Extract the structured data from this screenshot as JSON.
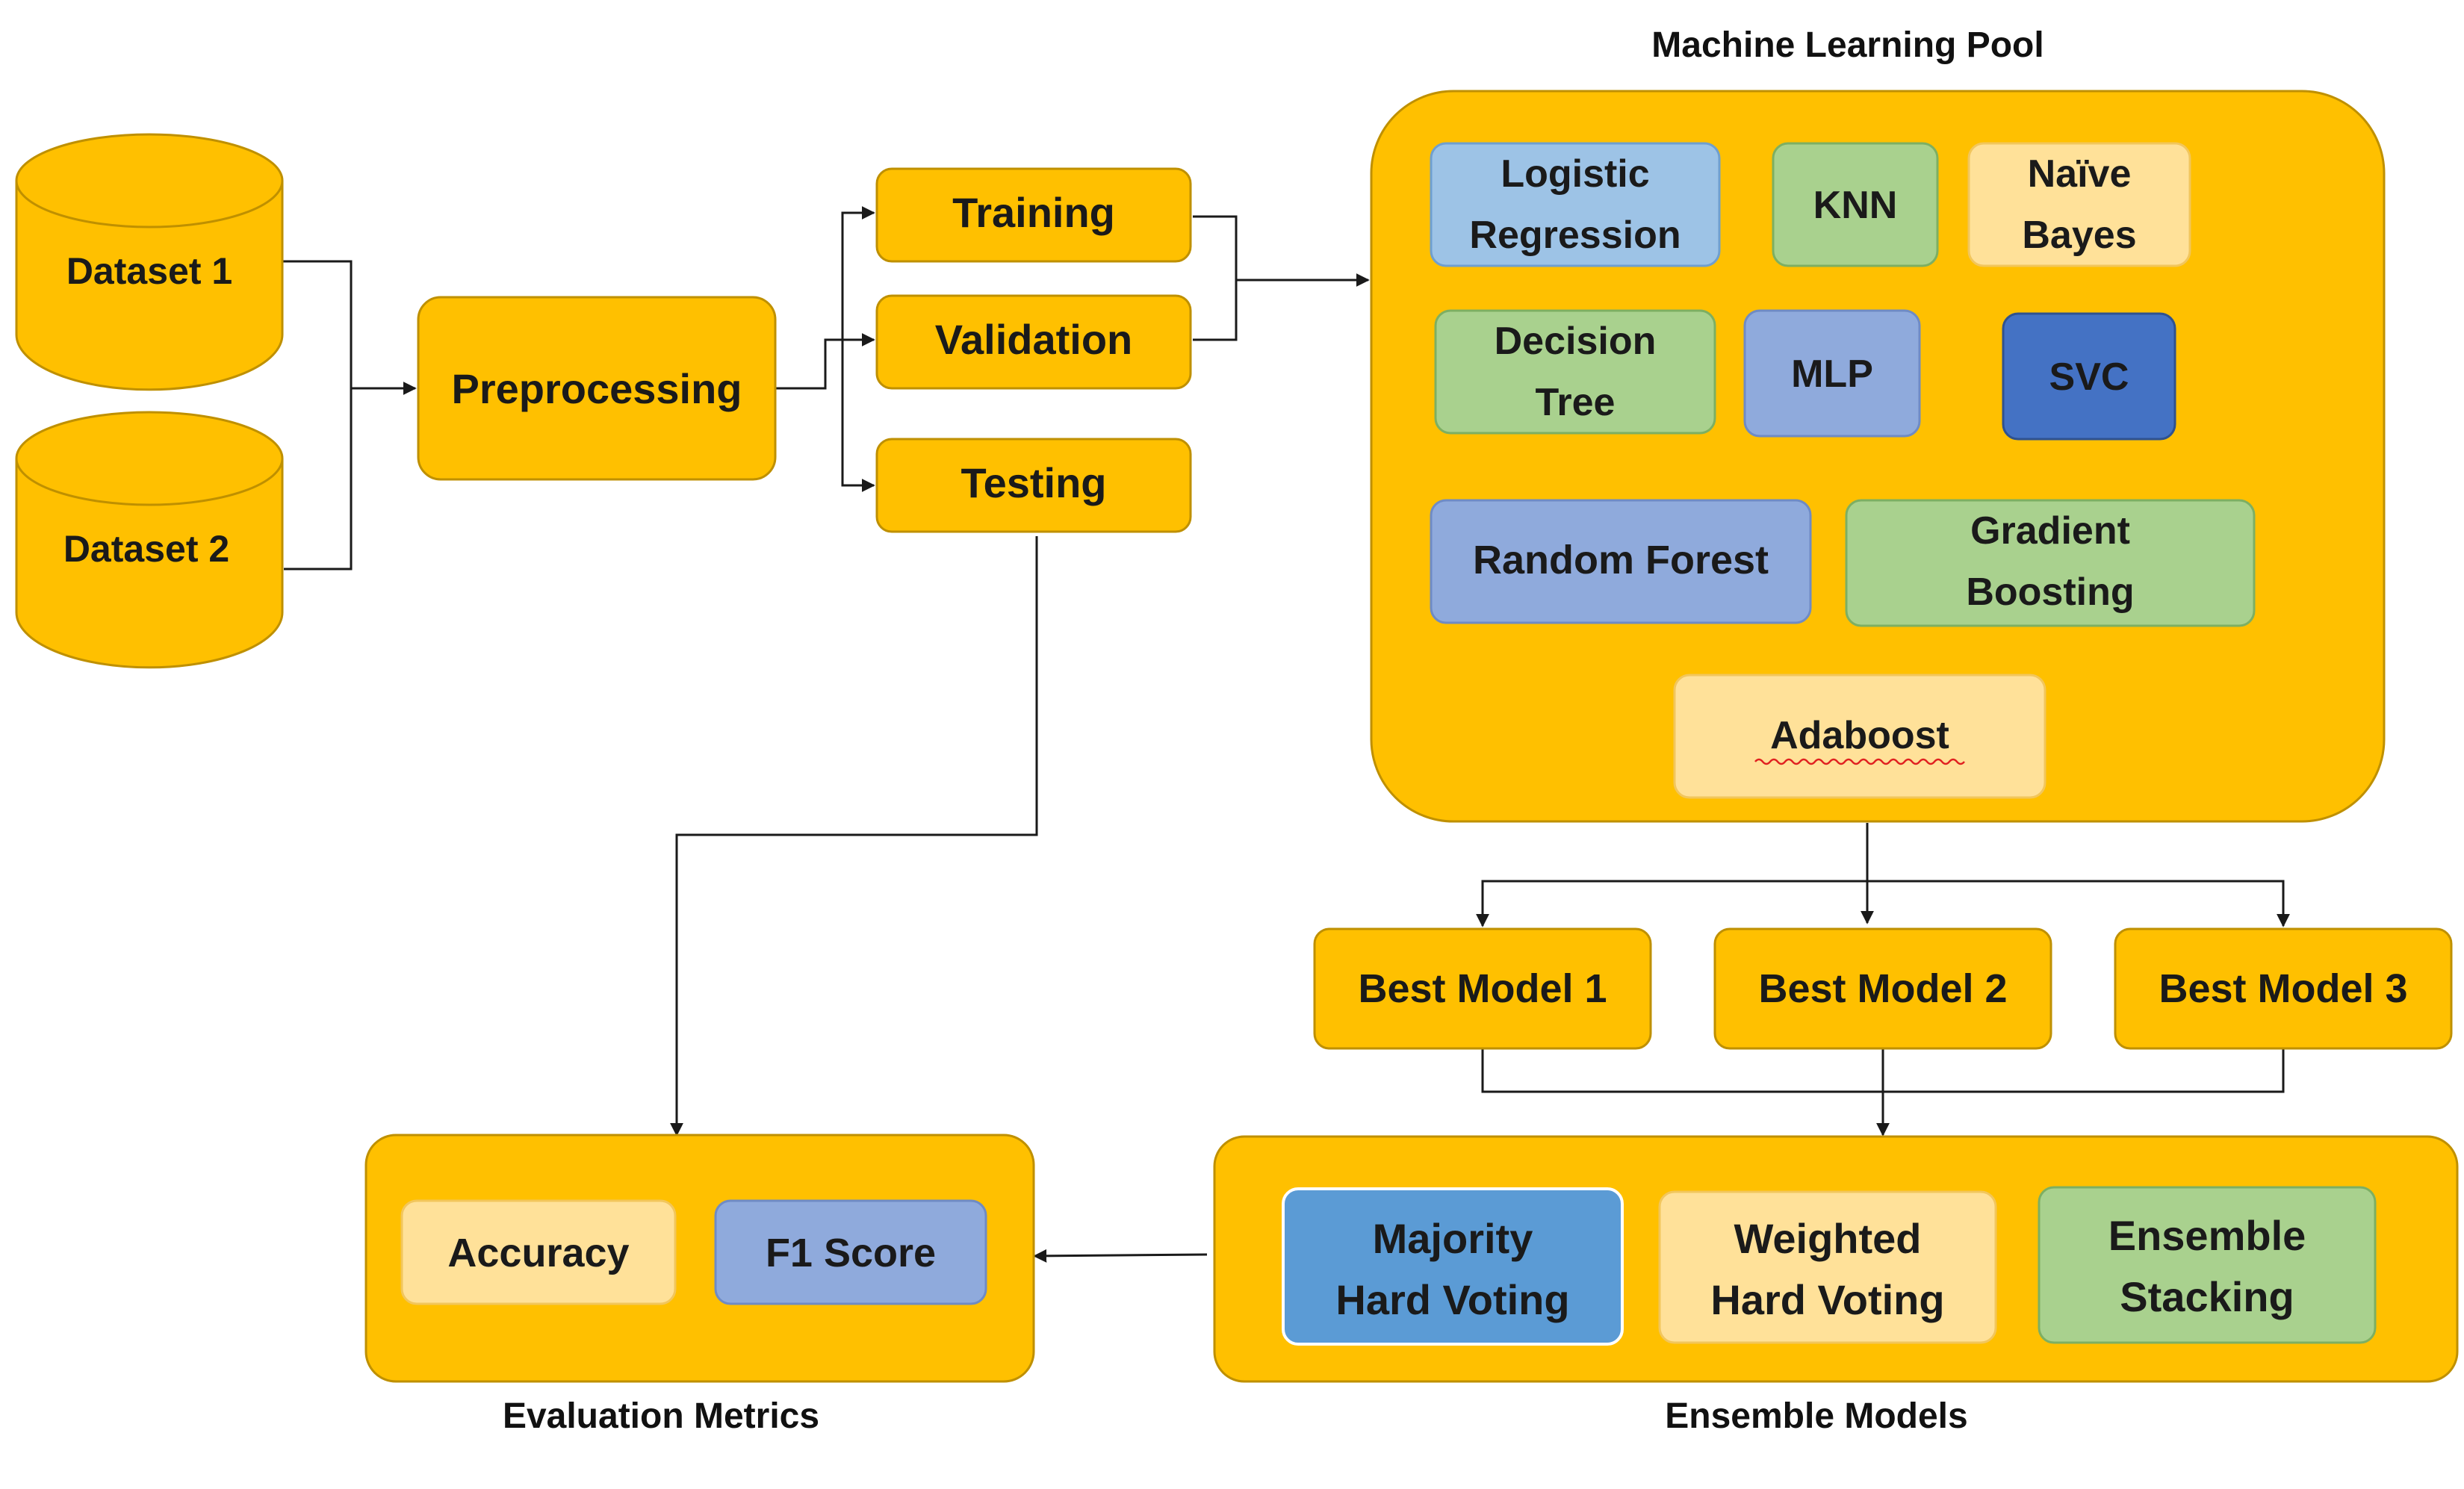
{
  "sources": [
    {
      "label": "Dataset 1"
    },
    {
      "label": "Dataset 2"
    }
  ],
  "preprocessing": {
    "label": "Preprocessing"
  },
  "splits": {
    "training": "Training",
    "validation": "Validation",
    "testing": "Testing"
  },
  "pool": {
    "title": "Machine Learning Pool",
    "models": [
      {
        "line1": "Logistic",
        "line2": "Regression"
      },
      {
        "line1": "KNN",
        "line2": ""
      },
      {
        "line1": "Naïve",
        "line2": "Bayes"
      },
      {
        "line1": "Decision",
        "line2": "Tree"
      },
      {
        "line1": "MLP",
        "line2": ""
      },
      {
        "line1": "SVC",
        "line2": ""
      },
      {
        "line1": "Random Forest",
        "line2": ""
      },
      {
        "line1": "Gradient",
        "line2": "Boosting"
      },
      {
        "line1": "Adaboost",
        "line2": ""
      }
    ]
  },
  "best_models": [
    "Best Model 1",
    "Best Model 2",
    "Best Model 3"
  ],
  "ensemble": {
    "title": "Ensemble Models",
    "items": [
      {
        "line1": "Majority",
        "line2": "Hard Voting"
      },
      {
        "line1": "Weighted",
        "line2": "Hard Voting"
      },
      {
        "line1": "Ensemble",
        "line2": "Stacking"
      }
    ]
  },
  "evaluation": {
    "title": "Evaluation Metrics",
    "metrics": [
      "Accuracy",
      "F1 Score"
    ]
  },
  "colors": {
    "container": "#FFC000",
    "container_border": "#BF9000",
    "light_blue": "#9DC3E6",
    "light_green": "#A9D18E",
    "light_orange": "#FFE199",
    "periwinkle": "#8FAADC",
    "dark_blue": "#4472C4",
    "medium_blue": "#5B9BD5",
    "connector": "#1A1A1A"
  }
}
